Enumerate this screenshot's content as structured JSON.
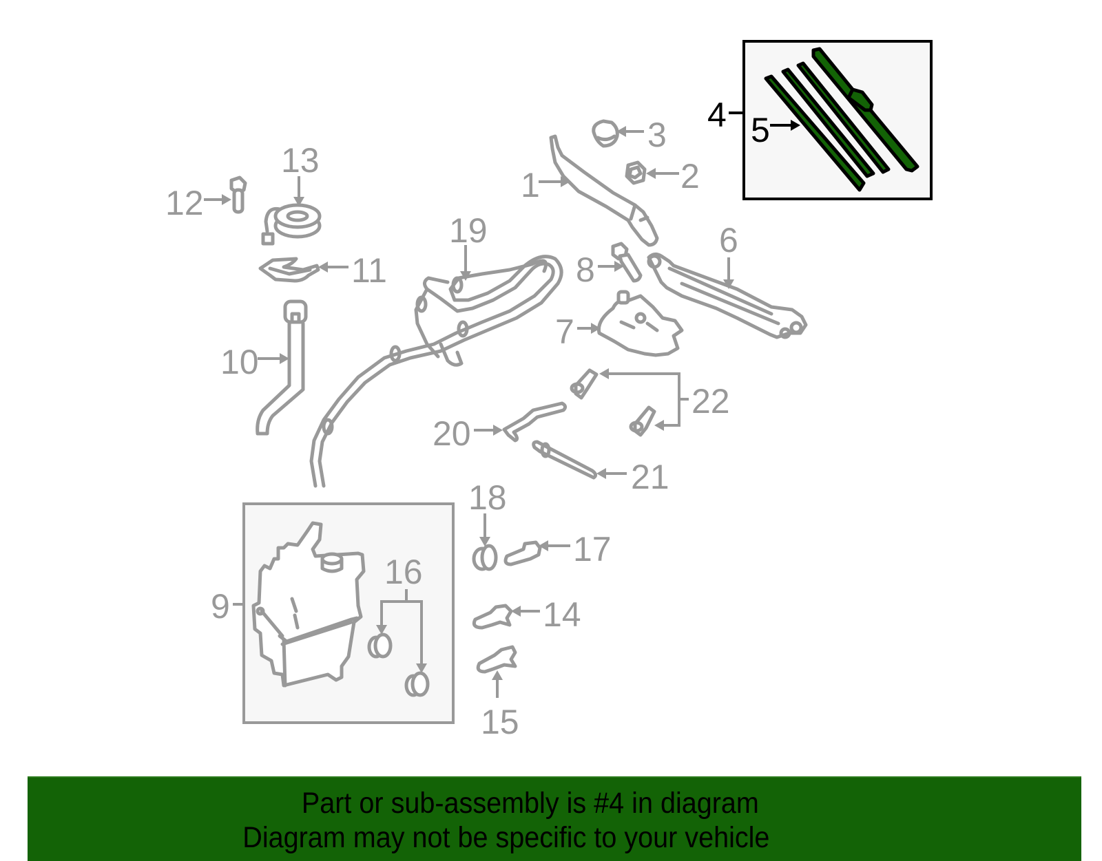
{
  "diagram": {
    "title": "Windshield wiper & washer components",
    "highlighted_part": "4",
    "colors": {
      "line": "#999999",
      "highlight_line": "#000000",
      "highlight_fill": "#136306",
      "box_background": "#f7f7f7",
      "banner_background": "#136306",
      "banner_text": "#000000"
    },
    "callouts": {
      "c1": "1",
      "c2": "2",
      "c3": "3",
      "c4": "4",
      "c5": "5",
      "c6": "6",
      "c7": "7",
      "c8": "8",
      "c9": "9",
      "c10": "10",
      "c11": "11",
      "c12": "12",
      "c13": "13",
      "c14": "14",
      "c15": "15",
      "c16": "16",
      "c17": "17",
      "c18": "18",
      "c19": "19",
      "c20": "20",
      "c21": "21",
      "c22": "22"
    },
    "parts": [
      {
        "number": "1",
        "name": "wiper-arm"
      },
      {
        "number": "2",
        "name": "nut"
      },
      {
        "number": "3",
        "name": "cap"
      },
      {
        "number": "4",
        "name": "wiper-blade-assembly",
        "highlighted": true
      },
      {
        "number": "5",
        "name": "blade-insert",
        "highlighted": true
      },
      {
        "number": "6",
        "name": "linkage"
      },
      {
        "number": "7",
        "name": "wiper-motor"
      },
      {
        "number": "8",
        "name": "bolt"
      },
      {
        "number": "9",
        "name": "washer-reservoir"
      },
      {
        "number": "10",
        "name": "filler-neck"
      },
      {
        "number": "11",
        "name": "bracket"
      },
      {
        "number": "12",
        "name": "bolt"
      },
      {
        "number": "13",
        "name": "washer-pump"
      },
      {
        "number": "14",
        "name": "nozzle"
      },
      {
        "number": "15",
        "name": "nozzle"
      },
      {
        "number": "16",
        "name": "grommets"
      },
      {
        "number": "17",
        "name": "connector"
      },
      {
        "number": "18",
        "name": "grommet"
      },
      {
        "number": "19",
        "name": "washer-hose"
      },
      {
        "number": "20",
        "name": "hose"
      },
      {
        "number": "21",
        "name": "hose"
      },
      {
        "number": "22",
        "name": "washer-nozzles"
      }
    ]
  },
  "banner": {
    "line1": "Part or sub-assembly is #4 in diagram",
    "line2": "Diagram may not be specific to your vehicle"
  }
}
